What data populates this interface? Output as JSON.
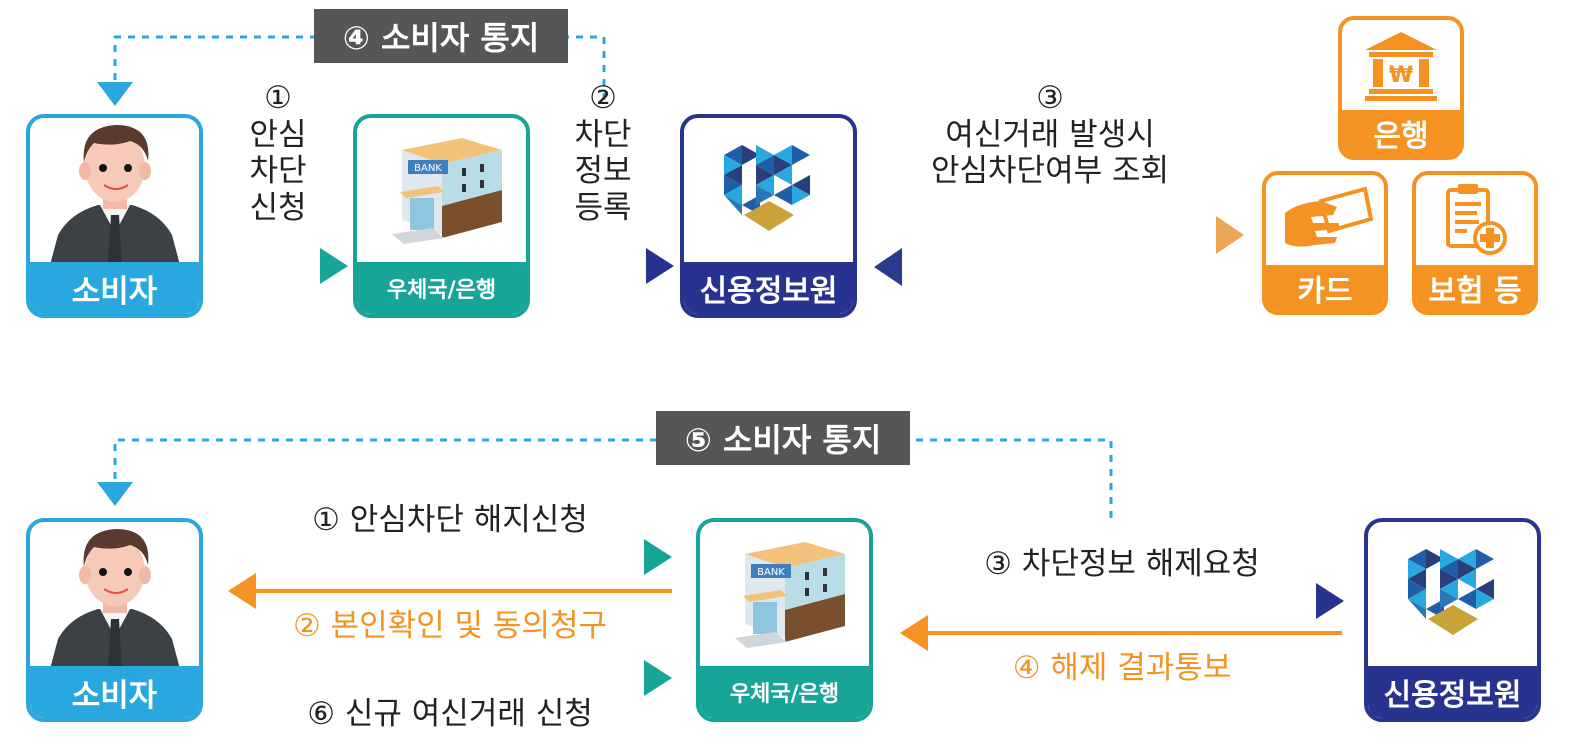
{
  "colors": {
    "consumer": "#29a8e0",
    "bank": "#16a596",
    "kcis": "#27338e",
    "institution": "#f59322",
    "notice_bg": "#555658",
    "dashed": "#29a8e0"
  },
  "top_flow": {
    "title": "안심차단 신청 절차",
    "notice": "④ 소비자 통지",
    "nodes": {
      "consumer": {
        "label": "소비자",
        "icon": "person-icon"
      },
      "bank": {
        "label": "우체국/은행",
        "icon": "bank-building-icon"
      },
      "kcis": {
        "label": "신용정보원",
        "icon": "kcis-logo-icon"
      },
      "bank_inst": {
        "label": "은행",
        "icon": "bank-won-icon"
      },
      "card_inst": {
        "label": "카드",
        "icon": "hand-card-icon"
      },
      "insurance_inst": {
        "label": "보험 등",
        "icon": "clipboard-plus-icon"
      }
    },
    "steps": {
      "s1_num": "①",
      "s1_lines": [
        "안심",
        "차단",
        "신청"
      ],
      "s2_num": "②",
      "s2_lines": [
        "차단",
        "정보",
        "등록"
      ],
      "s3_num": "③",
      "s3_lines": [
        "여신거래 발생시",
        "안심차단여부 조회"
      ]
    }
  },
  "bottom_flow": {
    "title": "안심차단 해지 절차",
    "notice": "⑤ 소비자 통지",
    "nodes": {
      "consumer": {
        "label": "소비자",
        "icon": "person-icon"
      },
      "bank": {
        "label": "우체국/은행",
        "icon": "bank-building-icon"
      },
      "kcis": {
        "label": "신용정보원",
        "icon": "kcis-logo-icon"
      }
    },
    "steps": {
      "s1": "① 안심차단 해지신청",
      "s2": "② 본인확인 및 동의청구",
      "s3": "③ 차단정보 해제요청",
      "s4": "④ 해제 결과통보",
      "s6": "⑥ 신규 여신거래 신청"
    }
  }
}
